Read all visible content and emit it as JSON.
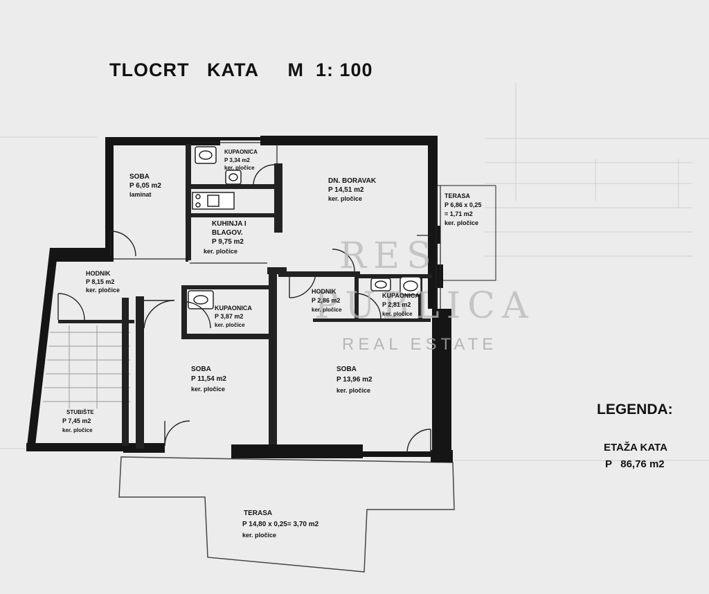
{
  "title": "TLOCRT   KATA     M  1: 100",
  "legend": {
    "heading": "LEGENDA:",
    "floor_label": "ETAŽA KATA",
    "floor_area": "P   86,76 m2"
  },
  "watermark": {
    "line1": "RES",
    "line2": "PUBLICA",
    "line3": "REAL ESTATE"
  },
  "rooms": {
    "soba_top": {
      "name": "SOBA",
      "area": "P  6,05 m2",
      "finish": "laminat"
    },
    "kupaonica_top": {
      "name": "KUPAONICA",
      "area": "P  3,34 m2",
      "finish": "ker. pločice"
    },
    "dn_boravak": {
      "name": "DN. BORAVAK",
      "area": "P  14,51 m2",
      "finish": "ker. pločice"
    },
    "terasa_east": {
      "name": "TERASA",
      "area": "P  6,86 x 0,25",
      "area2": "= 1,71 m2",
      "finish": "ker. pločice"
    },
    "kuhinja": {
      "name": "KUHINJA I",
      "name2": "BLAGOV.",
      "area": "P  9,75 m2",
      "finish": "ker. pločice"
    },
    "hodnik_left": {
      "name": "HODNIK",
      "area": "P  8,15 m2",
      "finish": "ker. pločice"
    },
    "kupaonica_mid": {
      "name": "KUPAONICA",
      "area": "P  3,87 m2",
      "finish": "ker. pločice"
    },
    "hodnik_right": {
      "name": "HODNIK",
      "area": "P  2,86 m2",
      "finish": "ker. pločice"
    },
    "kupaonica_right": {
      "name": "KUPAONICA",
      "area": "P  2,81 m2",
      "finish": "ker. pločice"
    },
    "soba_mid": {
      "name": "SOBA",
      "area": "P  11,54 m2",
      "finish": "ker. pločice"
    },
    "soba_right": {
      "name": "SOBA",
      "area": "P  13,96 m2",
      "finish": "ker. pločice"
    },
    "stubiste": {
      "name": "STUBIŠTE",
      "area": "P  7,45 m2",
      "finish": "ker. pločice"
    },
    "terasa_south": {
      "name": "TERASA",
      "area": "P  14,80 x 0,25= 3,70 m2",
      "finish": "ker. pločice"
    }
  }
}
